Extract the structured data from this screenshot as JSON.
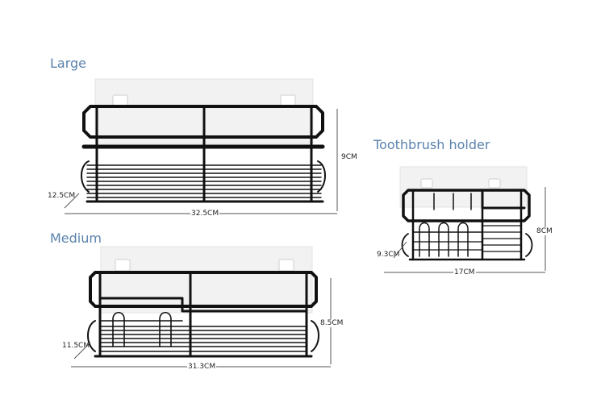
{
  "products": {
    "large": {
      "title": "Large",
      "width": "32.5CM",
      "height": "9CM",
      "depth": "12.5CM"
    },
    "medium": {
      "title": "Medium",
      "width": "31.3CM",
      "height": "8.5CM",
      "depth": "11.5CM"
    },
    "toothbrush": {
      "title": "Toothbrush holder",
      "width": "17CM",
      "height": "8CM",
      "depth": "9.3CM"
    }
  },
  "colors": {
    "title": "#5a82ad",
    "wire": "#111111"
  }
}
